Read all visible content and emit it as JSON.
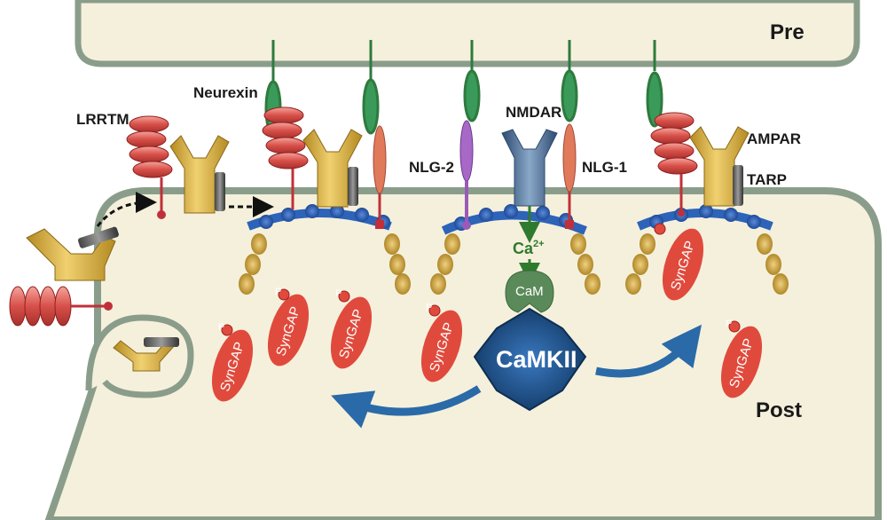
{
  "labels": {
    "pre": "Pre",
    "post": "Post",
    "neurexin": "Neurexin",
    "lrrtm": "LRRTM",
    "nmdar": "NMDAR",
    "nlg2": "NLG-2",
    "nlg1": "NLG-1",
    "ampar": "AMPAR",
    "tarp": "TARP",
    "ca": "Ca",
    "ca_charge": "2+",
    "cam": "CaM",
    "camkii": "CaMKII",
    "syngap": "SynGAP",
    "p": "P"
  },
  "colors": {
    "membrane": "#8a9d8a",
    "cytoplasm": "#f5f0dc",
    "receptor_gold": "#d9b548",
    "lrrtm_red": "#d8504a",
    "psd95_blue": "#2d63b8",
    "psd95_gold": "#d4a83e",
    "camkii_blue": "#1e4f8f",
    "cam_green": "#5a8a5a",
    "syngap_red": "#e04a3c",
    "arrow_blue": "#2a6aa8",
    "neurexin_green": "#2e8a4a",
    "nlg2_purple": "#9a5ab8",
    "nmdar_blue": "#5a7fa8"
  }
}
